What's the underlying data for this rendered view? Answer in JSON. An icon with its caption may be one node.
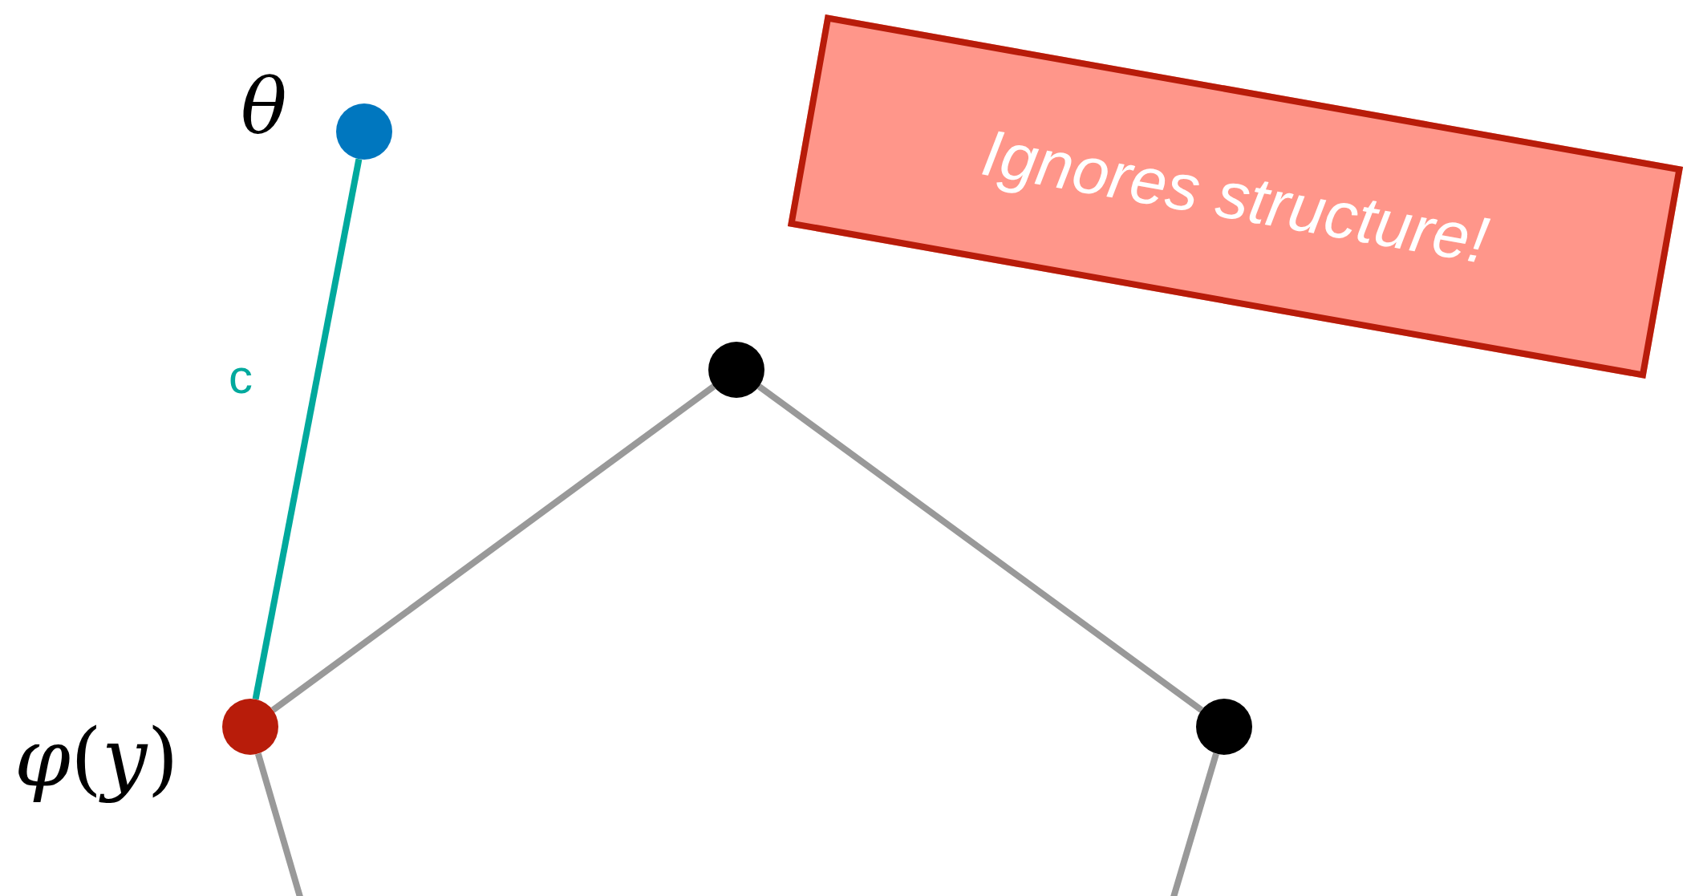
{
  "diagram": {
    "nodes": [
      {
        "text": [],
        "shape": "circle",
        "beside": [
          "θ"
        ]
      },
      {
        "text": [],
        "shape": "circle",
        "beside": [
          "*φ*(*y*)"
        ]
      },
      {
        "text": [],
        "shape": "circle"
      },
      {
        "text": [],
        "shape": "circle"
      },
      {
        "text": [
          "Ignores structure!"
        ]
      }
    ],
    "edges": [
      {
        "from": 0,
        "to": 1,
        "arrow": "none",
        "label": "c",
        "color": "#00a99d"
      },
      {
        "from": 1,
        "to": 2,
        "arrow": "none"
      },
      {
        "from": 2,
        "to": 3,
        "arrow": "none"
      },
      {
        "from": 1,
        "to": null,
        "arrow": "none"
      },
      {
        "from": 3,
        "to": null,
        "arrow": "none"
      }
    ]
  }
}
